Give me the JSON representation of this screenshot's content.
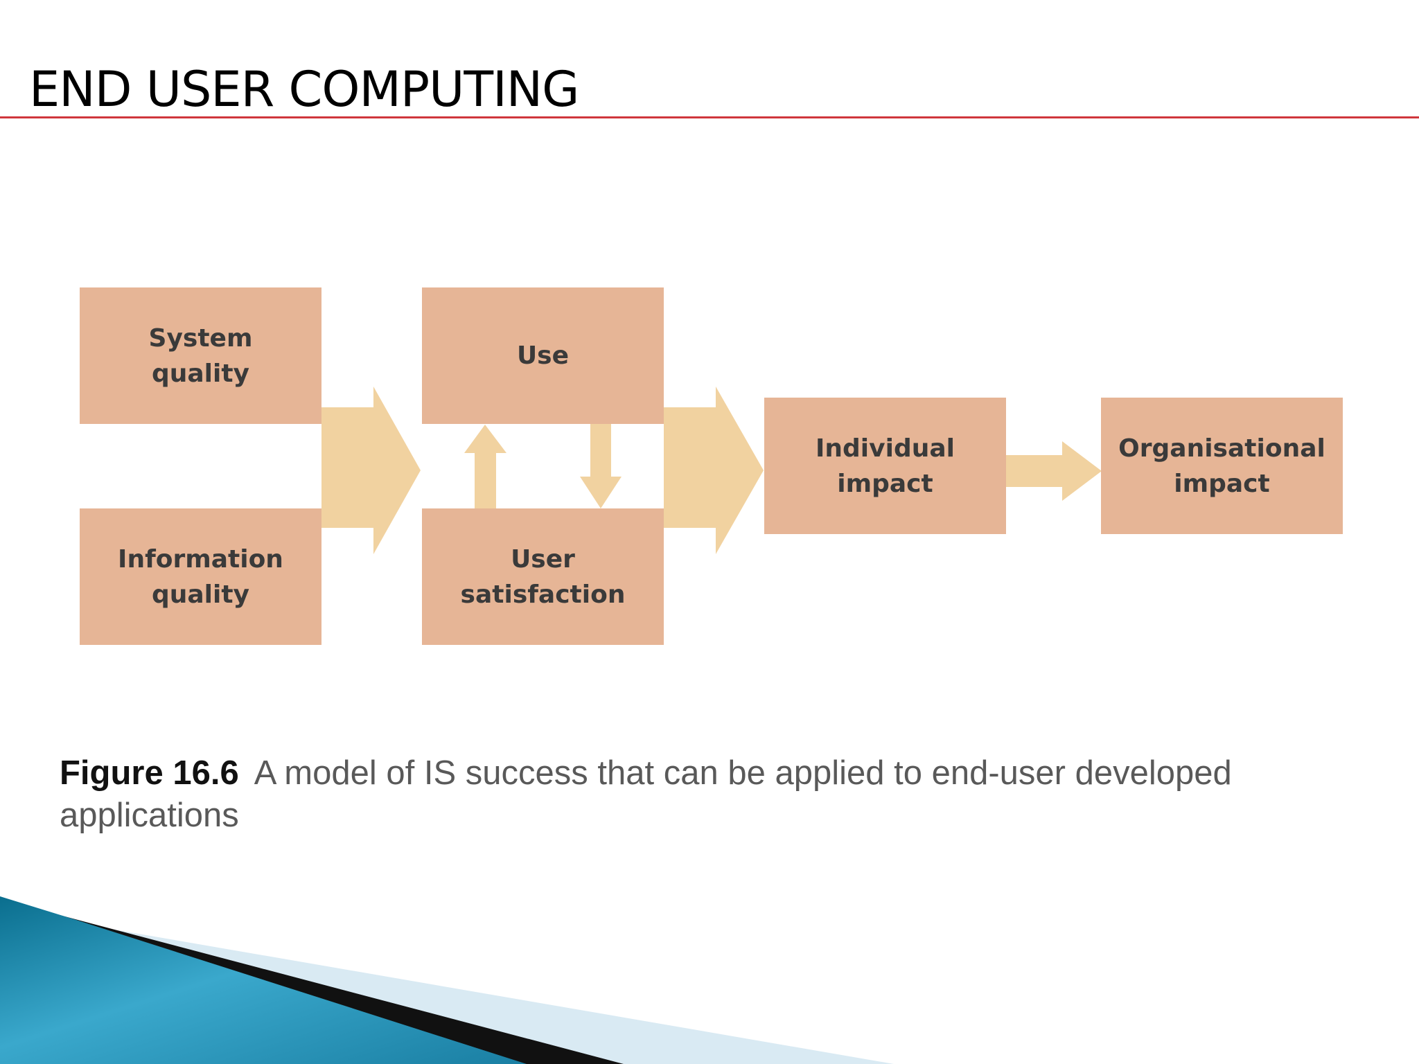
{
  "slide": {
    "title": "END USER COMPUTING"
  },
  "diagram": {
    "boxes": {
      "system_quality": "System\nquality",
      "information_quality": "Information\nquality",
      "use": "Use",
      "user_satisfaction": "User\nsatisfaction",
      "individual_impact": "Individual\nimpact",
      "organisational_impact": "Organisational\nimpact"
    }
  },
  "caption": {
    "label": "Figure 16.6",
    "text": "A model of IS success that can be applied to end-user developed applications"
  },
  "colors": {
    "box_fill": "#e6b596",
    "arrow_fill": "#f1d2a0",
    "title_rule": "#d0363c"
  }
}
